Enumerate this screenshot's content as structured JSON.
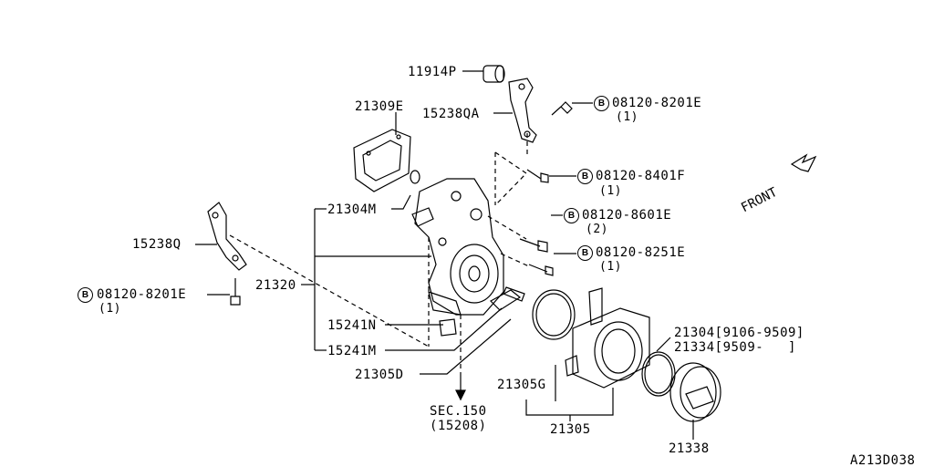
{
  "labels": {
    "p11914P": "11914P",
    "p15238QA": "15238QA",
    "p21309E": "21309E",
    "p21304M": "21304M",
    "p15238Q": "15238Q",
    "p21320": "21320",
    "p15241N": "15241N",
    "p15241M": "15241M",
    "p21305D": "21305D",
    "sec150": "SEC.150",
    "sec150sub": "(15208)",
    "p21305G": "21305G",
    "p21305": "21305",
    "p21304": "21304[9106-9509]",
    "p21334": "21334[9509-   ]",
    "p21338": "21338",
    "front": "FRONT",
    "diagram_id": "A213D038"
  },
  "bolts": [
    {
      "part": "08120-8201E",
      "qty": "(1)"
    },
    {
      "part": "08120-8401F",
      "qty": "(1)"
    },
    {
      "part": "08120-8601E",
      "qty": "(2)"
    },
    {
      "part": "08120-8251E",
      "qty": "(1)"
    },
    {
      "part": "08120-8201E",
      "qty": "(1)"
    }
  ],
  "bolt_symbol": "B"
}
